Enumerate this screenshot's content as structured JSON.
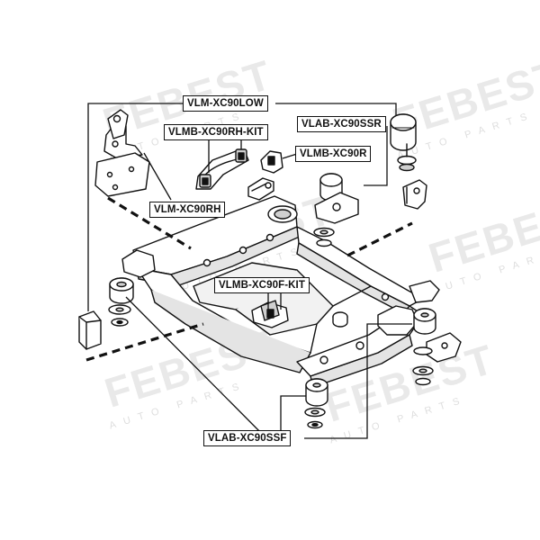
{
  "watermark": {
    "brand": "FEBEST",
    "sub": "AUTO PARTS"
  },
  "labels": {
    "vlm_xc90low": "VLM-XC90LOW",
    "vlab_xc90ssr": "VLAB-XC90SSR",
    "vlmb_xc90rh_kit": "VLMB-XC90RH-KIT",
    "vlmb_xc90r": "VLMB-XC90R",
    "vlm_xc90rh": "VLM-XC90RH",
    "vlmb_xc90f_kit": "VLMB-XC90F-KIT",
    "vlab_xc90ssf": "VLAB-XC90SSF"
  },
  "colors": {
    "line": "#111111",
    "part_fill": "#ffffff",
    "part_shade": "#cfcfcf",
    "watermark": "#e9e9e9"
  }
}
